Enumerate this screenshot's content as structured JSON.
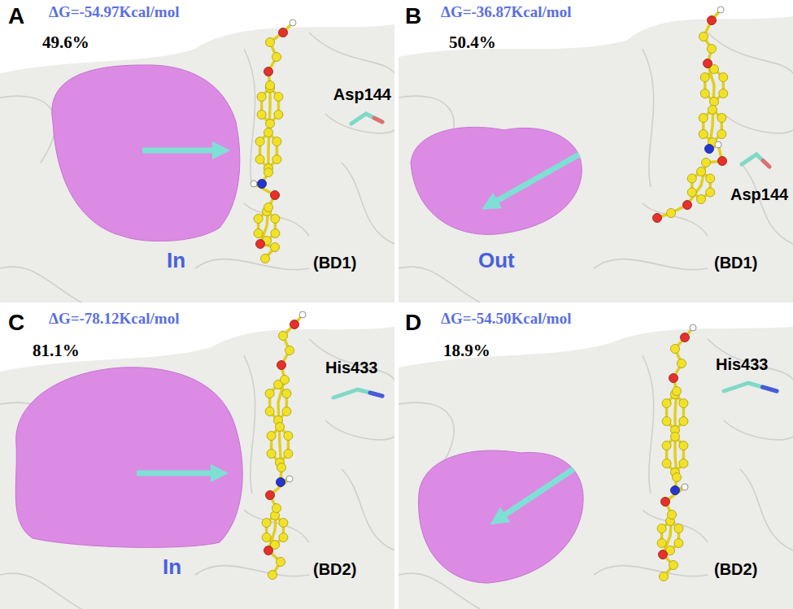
{
  "diagram": {
    "nodes": [
      {
        "text": [
          "A",
          "ΔG=-54.97Kcal/mol",
          "49.6%",
          "Asp144",
          "In",
          "(BD1)"
        ]
      },
      {
        "text": [
          "B",
          "ΔG=-36.87Kcal/mol",
          "50.4%",
          "Asp144",
          "Out",
          "(BD1)"
        ]
      },
      {
        "text": [
          "C",
          "ΔG=-78.12Kcal/mol",
          "81.1%",
          "His433",
          "In",
          "(BD2)"
        ]
      },
      {
        "text": [
          "D",
          "ΔG=-54.50Kcal/mol",
          "18.9%",
          "His433",
          "(BD2)"
        ]
      }
    ]
  }
}
